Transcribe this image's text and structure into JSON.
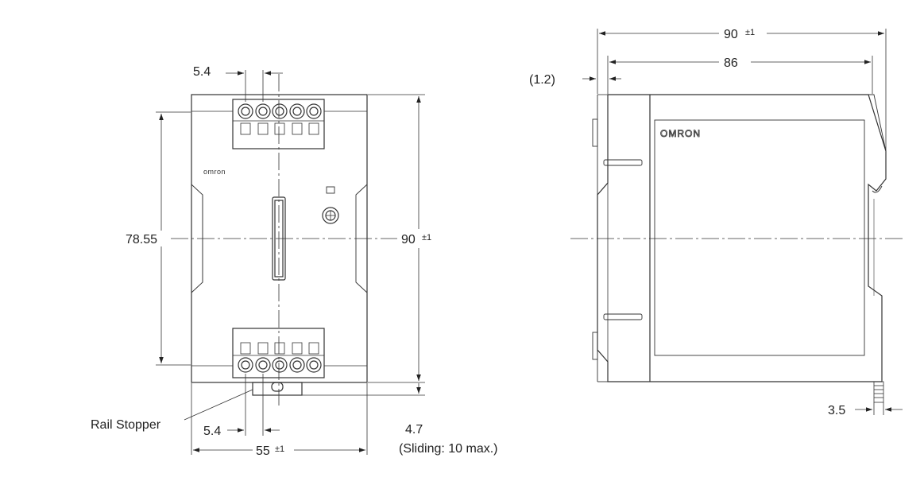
{
  "front_view": {
    "brand": "omron",
    "terminal_pitch_top": "5.4",
    "height_inner": "78.55",
    "height_total": "90",
    "height_total_tol": "±1",
    "width_total": "55",
    "width_total_tol": "±1",
    "terminal_pitch_bottom": "5.4",
    "rail_offset": "4.7",
    "rail_note": "(Sliding: 10 max.)",
    "rail_stopper_label": "Rail Stopper"
  },
  "side_view": {
    "brand": "OMRON",
    "depth_total": "90",
    "depth_total_tol": "±1",
    "depth_body": "86",
    "offset": "(1.2)",
    "clip_width": "3.5"
  },
  "colors": {
    "line": "#333333",
    "text": "#222222"
  }
}
